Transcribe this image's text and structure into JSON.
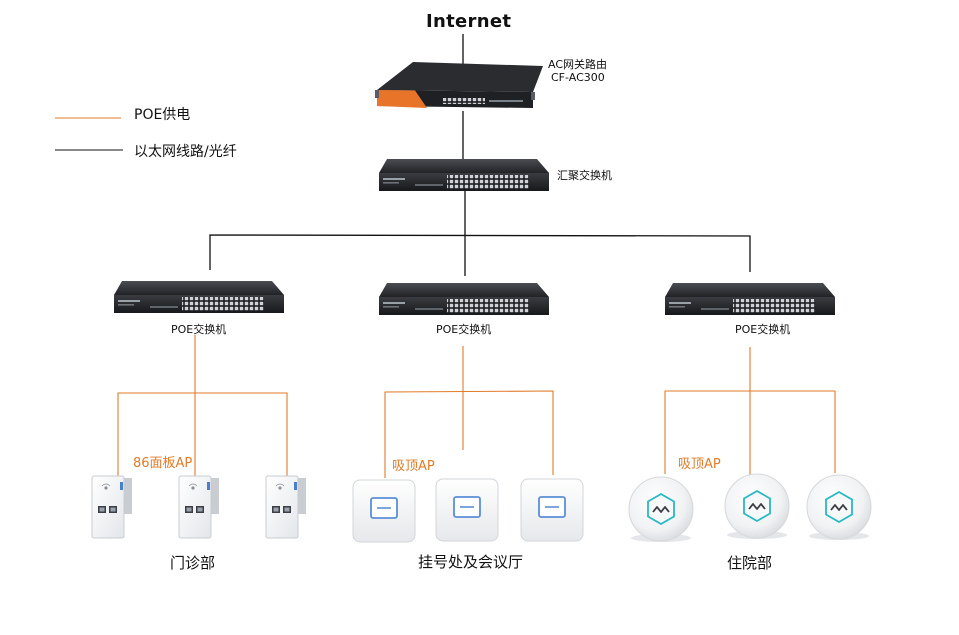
{
  "labels": {
    "internet": "Internet",
    "ac_gateway_name": "AC网关路由",
    "ac_gateway_model": "CF-AC300",
    "aggregation_switch": "汇聚交换机",
    "poe_switch": "POE交换机",
    "legend_poe": "POE供电",
    "legend_ethernet": "以太网线路/光纤",
    "panel_ap": "86面板AP",
    "ceiling_ap": "吸顶AP",
    "zone_outpatient": "门诊部",
    "zone_registration": "挂号处及会议厅",
    "zone_inpatient": "住院部"
  },
  "colors": {
    "ethernet_line": "#111111",
    "poe_line": "#e07b2a",
    "device_dark": "#2b2d31",
    "gateway_accent": "#e8742a"
  },
  "icons": {
    "gateway": "rack-router-icon",
    "switch": "rack-switch-icon",
    "panel_ap": "wall-panel-ap-icon",
    "square_ceiling_ap": "square-ceiling-ap-icon",
    "round_ceiling_ap": "round-ceiling-ap-icon"
  }
}
